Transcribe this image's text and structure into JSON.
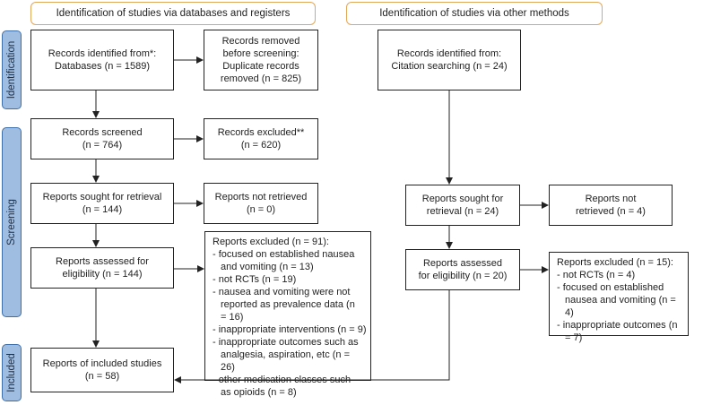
{
  "headers": {
    "databases": "Identification of studies via databases and registers",
    "other": "Identification of studies via other methods"
  },
  "phases": {
    "identification": "Identification",
    "screening": "Screening",
    "included": "Included"
  },
  "boxes": {
    "records_identified_db": [
      "Records identified from*:",
      "Databases (n = 1589)"
    ],
    "records_removed": [
      "Records removed",
      "before screening:",
      "Duplicate records",
      "removed (n = 825)"
    ],
    "records_identified_citation": [
      "Records identified from:",
      "Citation searching (n = 24)"
    ],
    "records_screened": [
      "Records screened",
      "(n = 764)"
    ],
    "records_excluded": [
      "Records excluded**",
      "(n = 620)"
    ],
    "reports_sought_db": [
      "Reports sought for retrieval",
      "(n = 144)"
    ],
    "reports_not_retrieved_db": [
      "Reports not retrieved",
      "(n = 0)"
    ],
    "reports_sought_other": [
      "Reports sought for",
      "retrieval (n = 24)"
    ],
    "reports_not_retrieved_other": [
      "Reports not",
      "retrieved (n = 4)"
    ],
    "reports_assessed_db": [
      "Reports assessed for",
      "eligibility (n = 144)"
    ],
    "reports_assessed_other": [
      "Reports assessed",
      "for eligibility (n =  20)"
    ],
    "reports_excluded_db": {
      "title": "Reports excluded (n = 91):",
      "items": [
        "- focused on established nausea and vomiting (n = 13)",
        "- not RCTs (n = 19)",
        "- nausea and vomiting were not reported as prevalence data (n = 16)",
        "- inappropriate interventions (n = 9)",
        "- inappropriate outcomes such as analgesia, aspiration, etc (n = 26)",
        "- other medication classes such as opioids (n = 8)"
      ]
    },
    "reports_excluded_other": {
      "title": "Reports excluded (n = 15):",
      "items": [
        "- not RCTs (n = 4)",
        "- focused on established nausea and vomiting (n = 4)",
        "- inappropriate outcomes (n = 7)"
      ]
    },
    "included_studies": [
      "Reports of included studies",
      "(n = 58)"
    ]
  }
}
